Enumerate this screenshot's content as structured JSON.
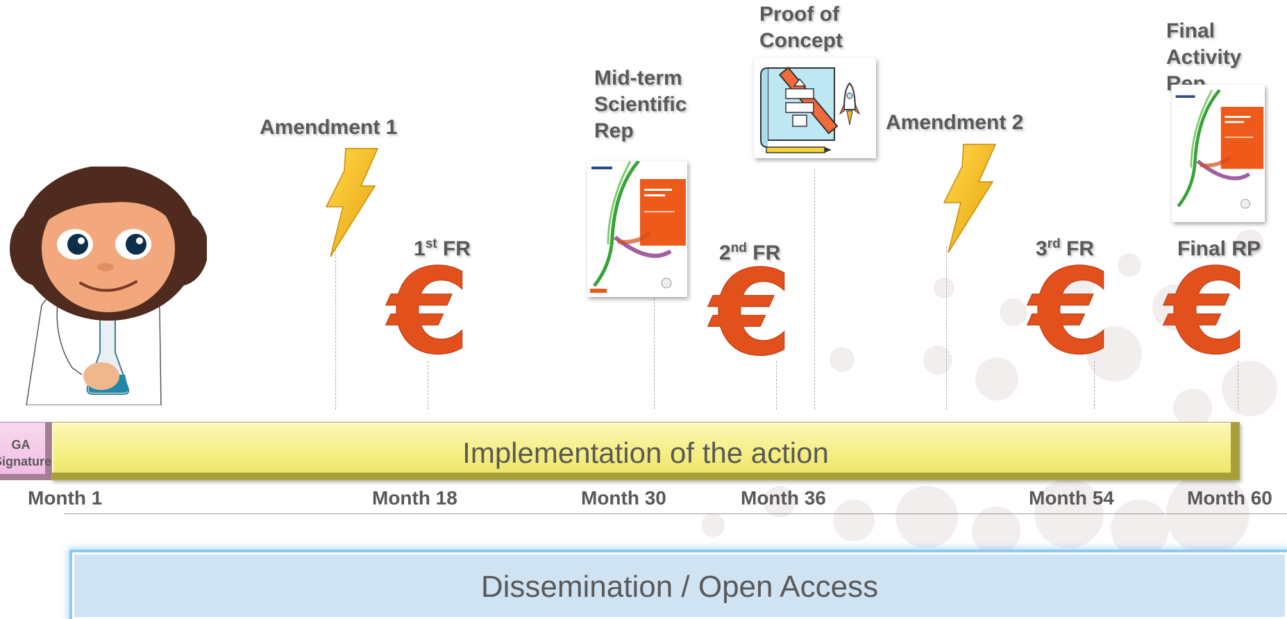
{
  "milestones": {
    "amendment1": "Amendment  1",
    "fr1_num": "1",
    "fr1_sup": "st",
    "fr1_text": " FR",
    "midterm": [
      "Mid-term",
      "Scientific",
      "Rep"
    ],
    "fr2_num": "2",
    "fr2_sup": "nd",
    "fr2_text": " FR",
    "poc": [
      "Proof of",
      "Concept"
    ],
    "amendment2": "Amendment  2",
    "fr3_num": "3",
    "fr3_sup": "rd",
    "fr3_text": " FR",
    "final_activity": [
      "Final",
      "Activity",
      "Rep"
    ],
    "final_rp": "Final RP"
  },
  "timeline": {
    "ga_signature": [
      "GA",
      "Signature"
    ],
    "implementation": "Implementation of the action",
    "months": [
      "Month 1",
      "Month 18",
      "Month 30",
      "Month 36",
      "Month 54",
      "Month 60"
    ]
  },
  "dissemination": "Dissemination / Open Access",
  "colors": {
    "euro": "#e2501c",
    "bar_fill": "#f5ee82",
    "ga_fill": "#f4c6e6",
    "dissemination_fill": "#cfe3f3",
    "text": "#595959"
  },
  "icons": [
    "scientist-icon",
    "lightning-icon",
    "euro-icon",
    "report-cover-icon",
    "blueprint-rocket-icon"
  ]
}
